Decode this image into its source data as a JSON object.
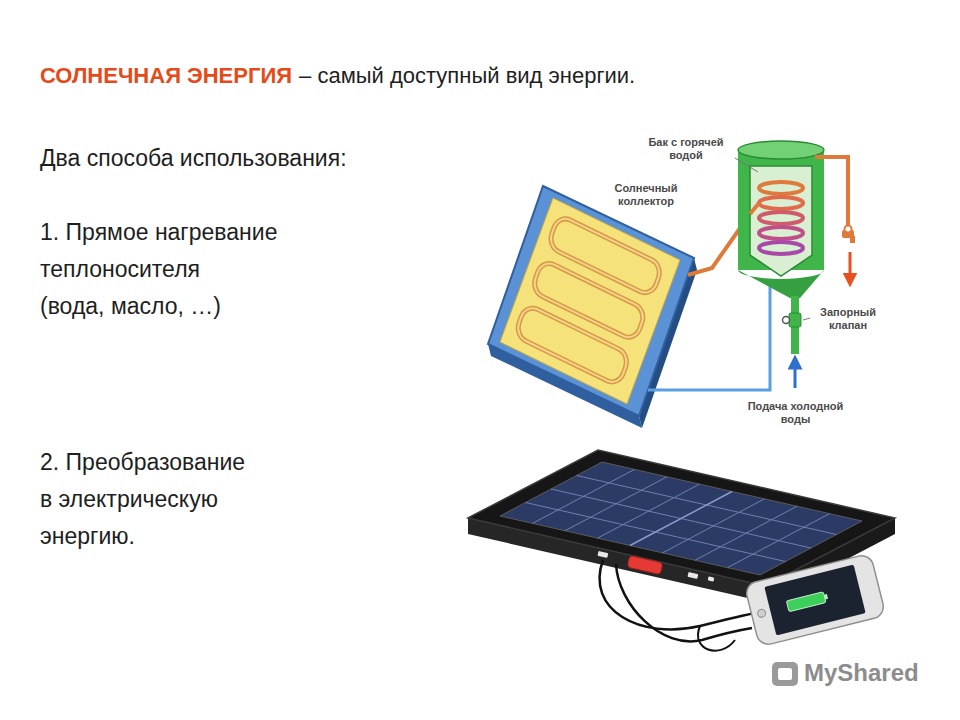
{
  "diagram": {
    "title": "СОЛНЕЧНАЯ ЭНЕРГИЯ",
    "labels": [
      "– самый доступный вид энергии.",
      "Два способа использования:",
      "1. Прямое нагревание теплоносителя",
      "(вода, масло, …)",
      "Бак с горячей водой",
      "Солнечный коллектор",
      "Запорный клапан",
      "Подача холодной воды",
      "2. Преобразование в электрическую энергию.",
      "MyShared"
    ]
  }
}
